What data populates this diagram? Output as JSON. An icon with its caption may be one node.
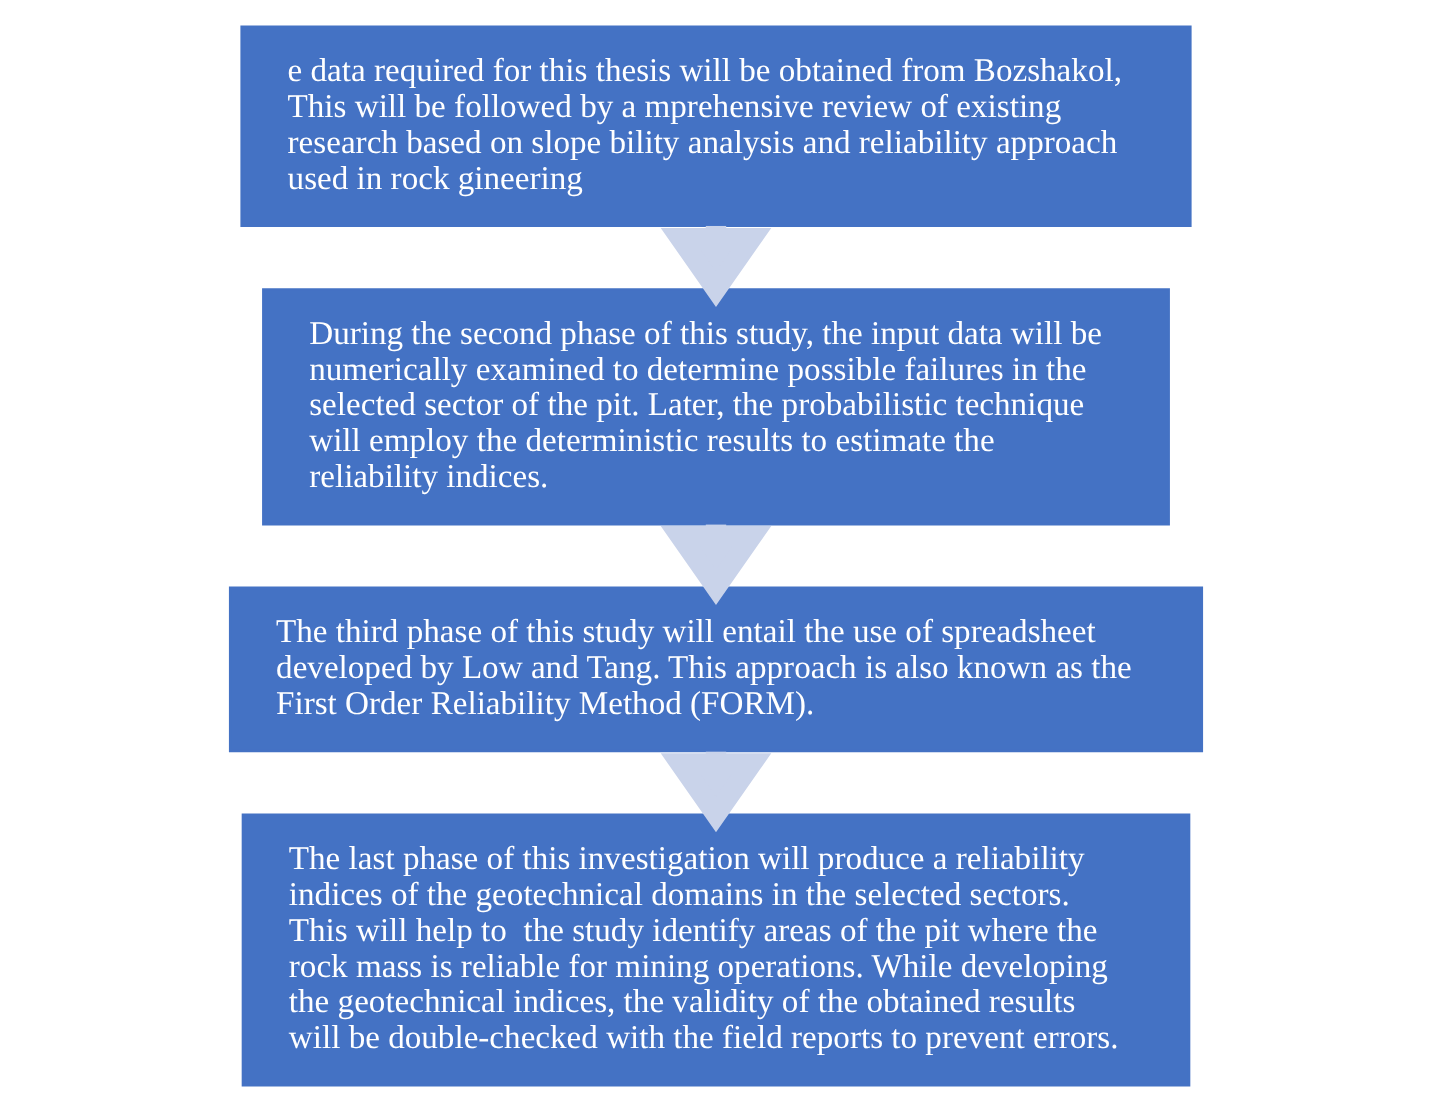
{
  "diagram": {
    "nodes": [
      {
        "text": [
          "e data required for this thesis will be obtained from Bozshakol, This will be followed by a mprehensive review of existing research based on slope bility analysis and reliability approach used in rock gineering"
        ]
      },
      {
        "text": [
          "During the second phase of this study, the input data will be numerically examined to determine possible failures in the selected sector of the pit. Later, the probabilistic technique will employ the deterministic results to estimate the reliability indices."
        ]
      },
      {
        "text": [
          "The third phase of this study will entail the use of spreadsheet developed by Low and Tang. This approach is also known as the First Order Reliability Method (FORM)."
        ]
      },
      {
        "text": [
          "The last phase of this investigation will produce a reliability indices of the geotechnical domains in the selected sectors. This will help to  the study identify areas of the pit where the rock mass is reliable for mining operations. While developing the geotechnical indices, the validity of the obtained results will be double-checked with the field reports to prevent errors."
        ]
      }
    ],
    "edges": [
      {
        "from": 0,
        "to": 1,
        "arrow": "to"
      },
      {
        "from": 1,
        "to": 2,
        "arrow": "to"
      },
      {
        "from": 2,
        "to": 3,
        "arrow": "to"
      }
    ]
  }
}
